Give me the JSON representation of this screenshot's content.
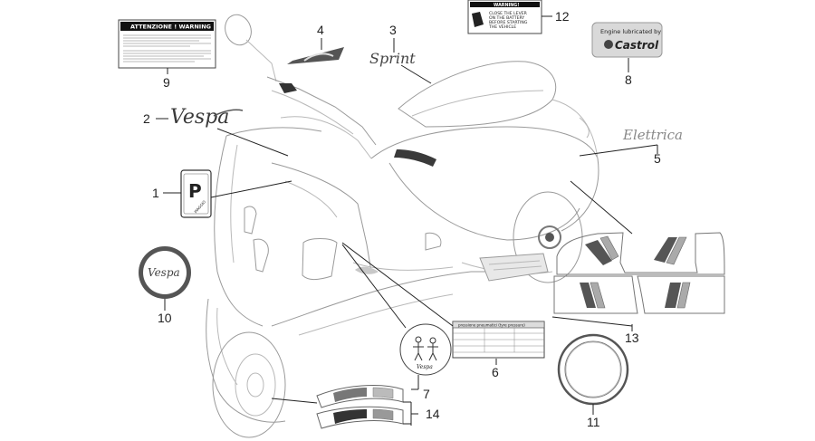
{
  "callouts": [
    "1",
    "2",
    "3",
    "4",
    "5",
    "6",
    "7",
    "8",
    "9",
    "10",
    "11",
    "12",
    "13",
    "14"
  ],
  "warning_label": {
    "header": "ATTENZIONE ! WARNING !"
  },
  "battery_label": {
    "header": "WARNING!",
    "lines": [
      "CLOSE THE LEVER",
      "ON THE BATTERY",
      "BEFORE STARTING",
      "THE VEHICLE"
    ]
  },
  "castrol_label": {
    "top": "Engine lubricated by",
    "brand": "Castrol"
  },
  "decals": {
    "sprint": "Sprint",
    "elettrica": "Elettrica",
    "vespa_script": "Vespa",
    "vespa_round": "Vespa",
    "p_badge": "P",
    "piaggio": "PIAGGIO",
    "child_caption": "Vespa"
  },
  "tyre_label": {
    "title": "pressione pneumatici (tyre pressure)"
  }
}
